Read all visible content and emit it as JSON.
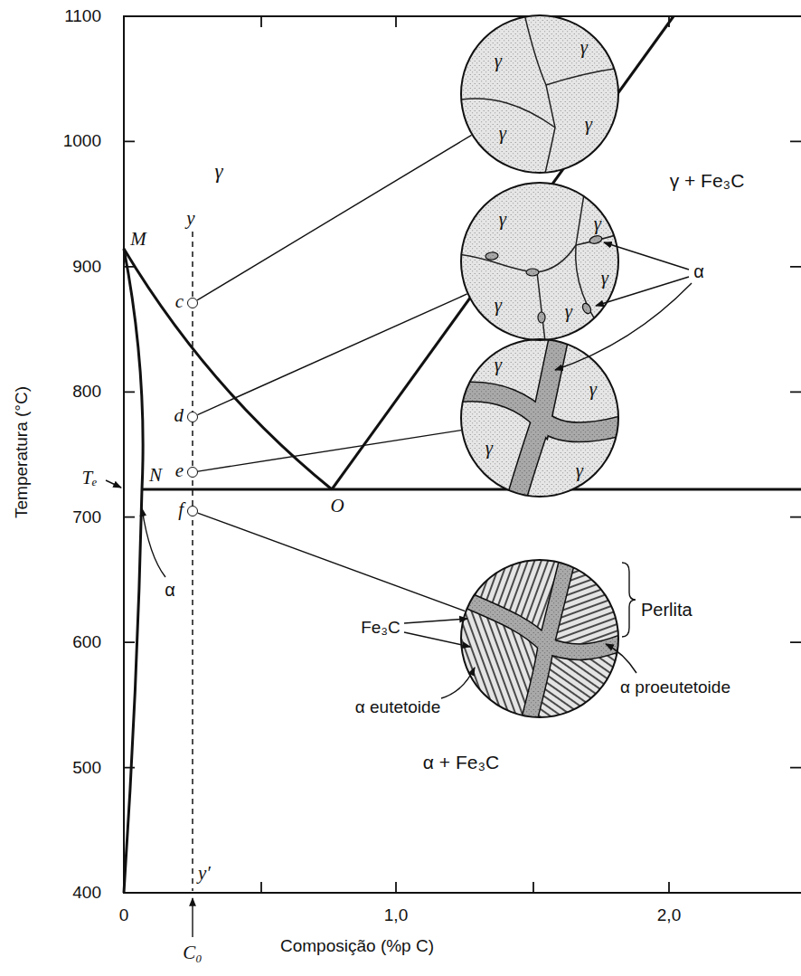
{
  "diagram": {
    "nodes": [
      {
        "text": [
          "c"
        ]
      },
      {
        "text": [
          "d"
        ]
      },
      {
        "text": [
          "e"
        ]
      },
      {
        "text": [
          "f"
        ]
      },
      {
        "text": [
          "γ",
          "γ",
          "γ",
          "γ"
        ]
      },
      {
        "text": [
          "γ",
          "γ",
          "γ",
          "γ",
          "γ"
        ]
      },
      {
        "text": [
          "γ",
          "γ",
          "γ",
          "γ"
        ]
      },
      {
        "text": [
          "Perlita"
        ]
      }
    ],
    "edges": [
      {
        "from": 0,
        "to": 4,
        "arrow": "none"
      },
      {
        "from": 1,
        "to": 5,
        "arrow": "none"
      },
      {
        "from": 2,
        "to": 6,
        "arrow": "none"
      },
      {
        "from": 3,
        "to": 7,
        "arrow": "none"
      }
    ],
    "labels": [
      "1100",
      "1000",
      "900",
      "800",
      "700",
      "600",
      "500",
      "400",
      "0",
      "1,0",
      "2,0",
      "Temperatura (°C)",
      "Composição (%p C)",
      "C₀",
      "Tₑ",
      "M",
      "N",
      "O",
      "y",
      "y′",
      "γ",
      "γ + Fe₃C",
      "α + Fe₃C",
      "α",
      "α",
      "Fe₃C",
      "α eutetoide",
      "α proeutetoide"
    ]
  }
}
